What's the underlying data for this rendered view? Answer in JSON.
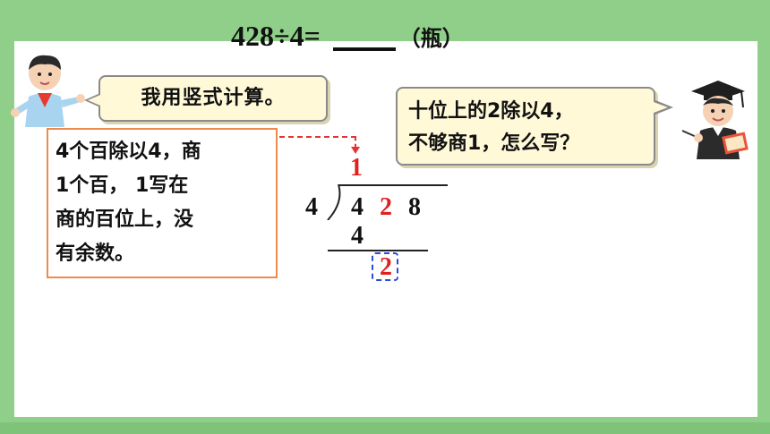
{
  "title": {
    "expression": "428÷4=",
    "unit": "（瓶）"
  },
  "speech_left": "我用竖式计算。",
  "speech_right": {
    "line1": "十位上的2除以4，",
    "line2": "不够商1，怎么写？"
  },
  "note": {
    "line1": "4个百除以4，商",
    "line2": "1个百， 1写在",
    "line3": "商的百位上，没",
    "line4": "有余数。"
  },
  "division": {
    "quotient": "1",
    "divisor": "4",
    "dividend_hundreds": "4",
    "dividend_tens": "2",
    "dividend_ones": "8",
    "subtract": "4",
    "remainder_digit": "2"
  },
  "colors": {
    "background": "#8fcf8a",
    "highlight_red": "#e02020",
    "focus_blue": "#2b4ad8",
    "note_border": "#f08a4b",
    "bubble_fill": "#fff9d8"
  }
}
